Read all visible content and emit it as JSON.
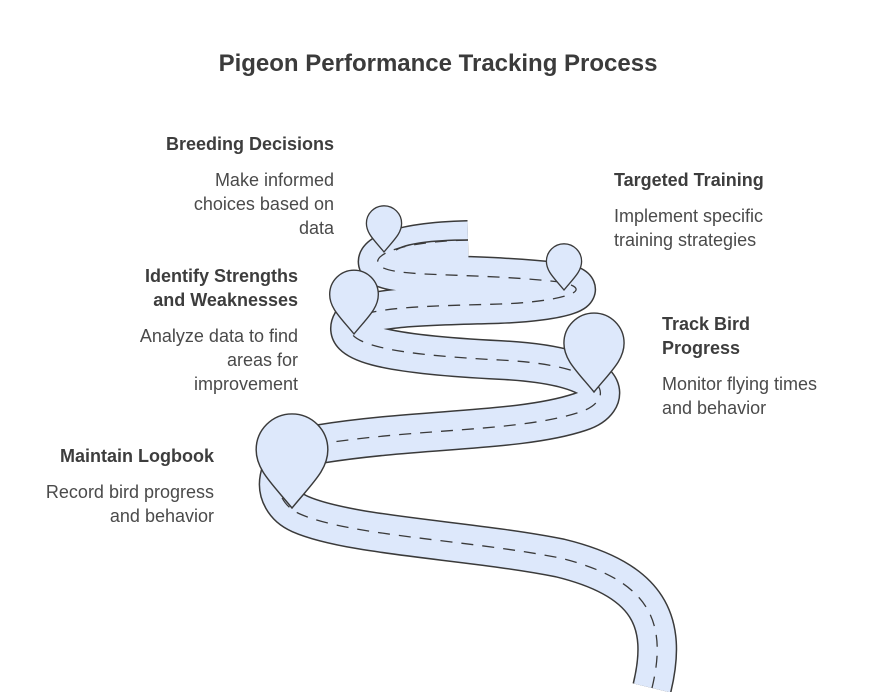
{
  "title": "Pigeon Performance Tracking Process",
  "stages": [
    {
      "id": "breeding",
      "title": "Breeding Decisions",
      "description": "Make informed choices based on data"
    },
    {
      "id": "training",
      "title": "Targeted Training",
      "description": "Implement specific training strategies"
    },
    {
      "id": "identify",
      "title": "Identify Strengths and Weaknesses",
      "description": "Analyze data to find areas for improvement"
    },
    {
      "id": "track",
      "title": "Track Bird Progress",
      "description": "Monitor flying times and behavior"
    },
    {
      "id": "logbook",
      "title": "Maintain Logbook",
      "description": "Record bird progress and behavior"
    }
  ],
  "colors": {
    "road_fill": "#dde8fb",
    "road_stroke": "#3a3a3a",
    "marker_fill": "#dde8fb",
    "text": "#333333"
  }
}
